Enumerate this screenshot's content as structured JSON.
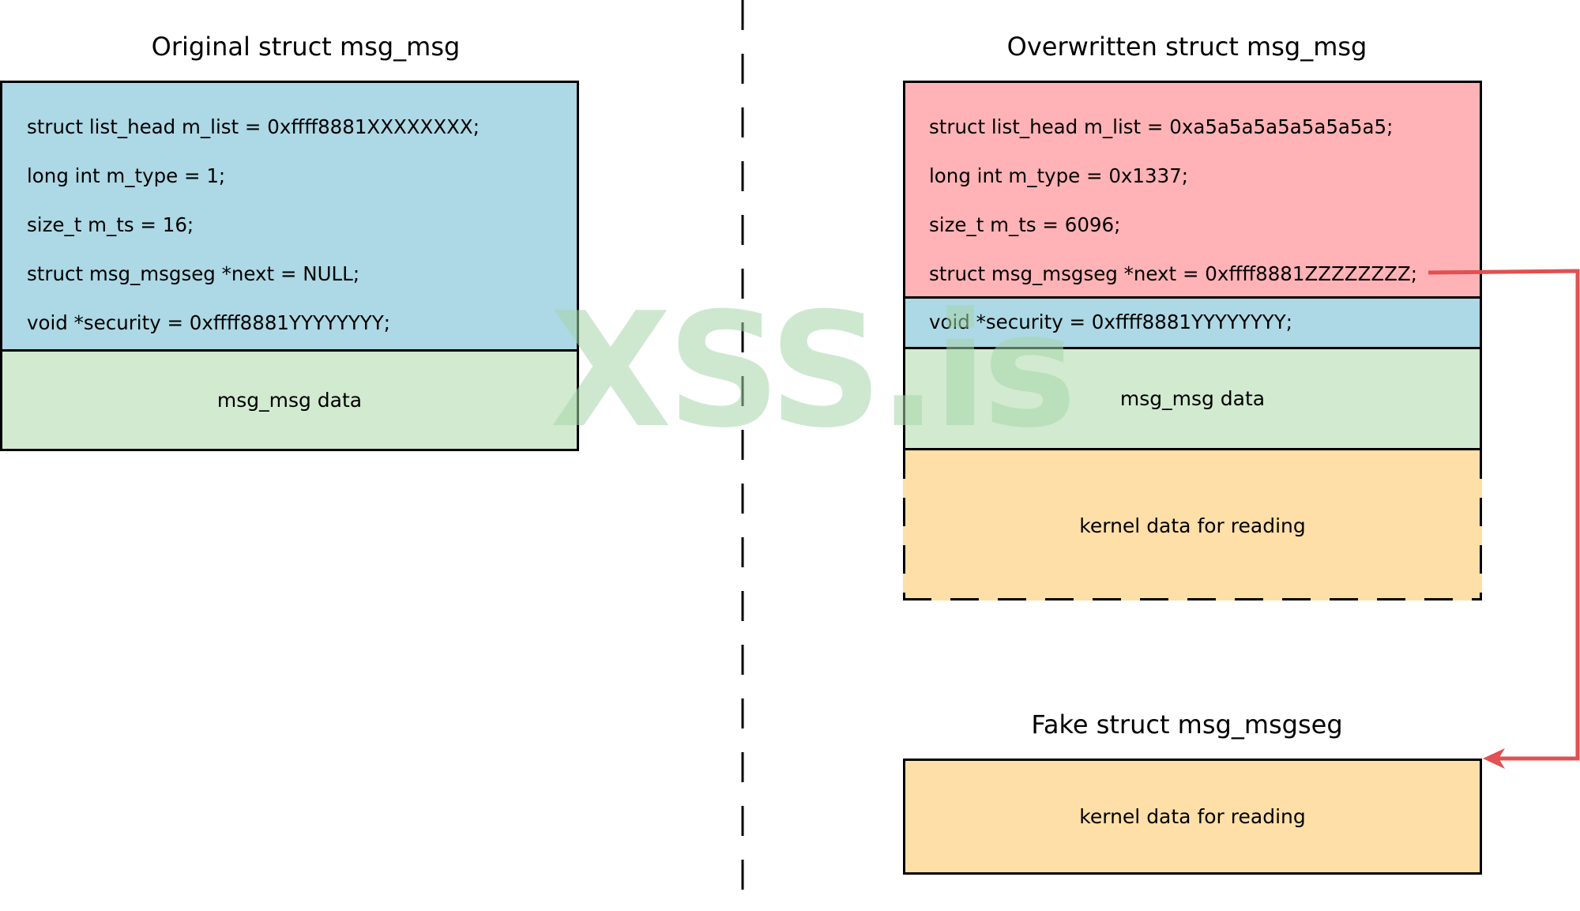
{
  "left": {
    "title": "Original struct msg_msg",
    "fields": [
      "struct list_head m_list = 0xffff8881XXXXXXXX;",
      "long int m_type = 1;",
      "size_t m_ts = 16;",
      "struct msg_msgseg *next = NULL;",
      "void *security = 0xffff8881YYYYYYYY;"
    ],
    "data_label": "msg_msg data"
  },
  "right": {
    "title": "Overwritten struct msg_msg",
    "fields": [
      "struct list_head m_list = 0xa5a5a5a5a5a5a5a5;",
      "long int m_type = 0x1337;",
      "size_t m_ts = 6096;",
      "struct msg_msgseg *next = 0xffff8881ZZZZZZZZ;"
    ],
    "security_field": "void *security = 0xffff8881YYYYYYYY;",
    "data_label": "msg_msg data",
    "overflow_label": "kernel data for reading"
  },
  "fake": {
    "title": "Fake struct msg_msgseg",
    "label": "kernel data for reading"
  },
  "watermark": "XSS.is",
  "colors": {
    "header_blue": "#add8e5",
    "overwritten_red": "#ffb3b6",
    "data_green": "#d1ead0",
    "kernel_orange": "#fedfa8",
    "arrow_red": "#e15052",
    "watermark_green": "#a6d6aa"
  }
}
